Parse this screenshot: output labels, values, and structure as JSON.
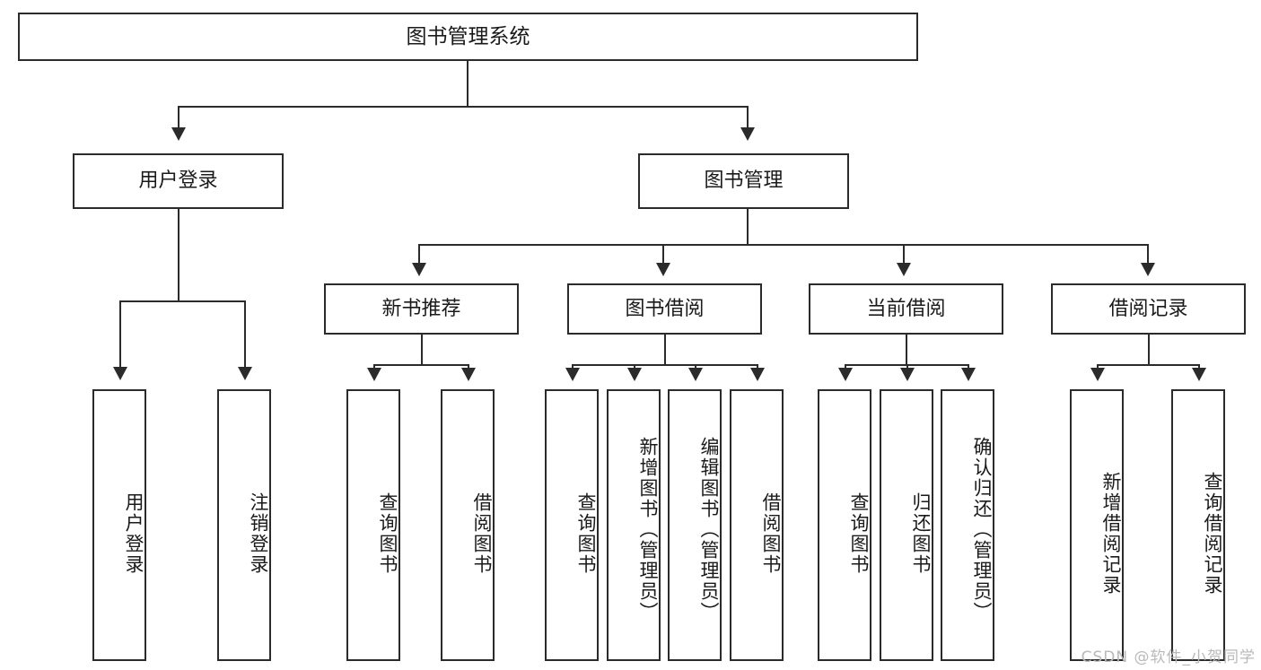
{
  "diagram": {
    "title": "图书管理系统",
    "watermark": "CSDN @软件_小贺同学",
    "colors": {
      "stroke": "#2b2b2b",
      "fill": "#ffffff",
      "text": "#1a1a1a",
      "watermark": "#b9b9b9"
    },
    "nodes": {
      "root": {
        "label": "图书管理系统"
      },
      "level2": [
        {
          "id": "user-login",
          "label": "用户登录"
        },
        {
          "id": "book-management",
          "label": "图书管理"
        }
      ],
      "level3": [
        {
          "id": "new-book-recommend",
          "label": "新书推荐"
        },
        {
          "id": "book-borrow",
          "label": "图书借阅"
        },
        {
          "id": "current-borrow",
          "label": "当前借阅"
        },
        {
          "id": "borrow-record",
          "label": "借阅记录"
        }
      ],
      "leaves": [
        {
          "id": "leaf-user-login",
          "label": "用户登录",
          "parent": "user-login"
        },
        {
          "id": "leaf-user-logout",
          "label": "注销登录",
          "parent": "user-login"
        },
        {
          "id": "leaf-query-book-1",
          "label": "查询图书",
          "parent": "new-book-recommend"
        },
        {
          "id": "leaf-borrow-book-1",
          "label": "借阅图书",
          "parent": "new-book-recommend"
        },
        {
          "id": "leaf-query-book-2",
          "label": "查询图书",
          "parent": "book-borrow"
        },
        {
          "id": "leaf-add-book",
          "label": "新增图书（管理员）",
          "parent": "book-borrow"
        },
        {
          "id": "leaf-edit-book",
          "label": "编辑图书（管理员）",
          "parent": "book-borrow"
        },
        {
          "id": "leaf-borrow-book-2",
          "label": "借阅图书",
          "parent": "book-borrow"
        },
        {
          "id": "leaf-query-book-3",
          "label": "查询图书",
          "parent": "current-borrow"
        },
        {
          "id": "leaf-return-book",
          "label": "归还图书",
          "parent": "current-borrow"
        },
        {
          "id": "leaf-confirm-return",
          "label": "确认归还（管理员）",
          "parent": "current-borrow"
        },
        {
          "id": "leaf-add-record",
          "label": "新增借阅记录",
          "parent": "borrow-record"
        },
        {
          "id": "leaf-query-record",
          "label": "查询借阅记录",
          "parent": "borrow-record"
        }
      ]
    }
  }
}
